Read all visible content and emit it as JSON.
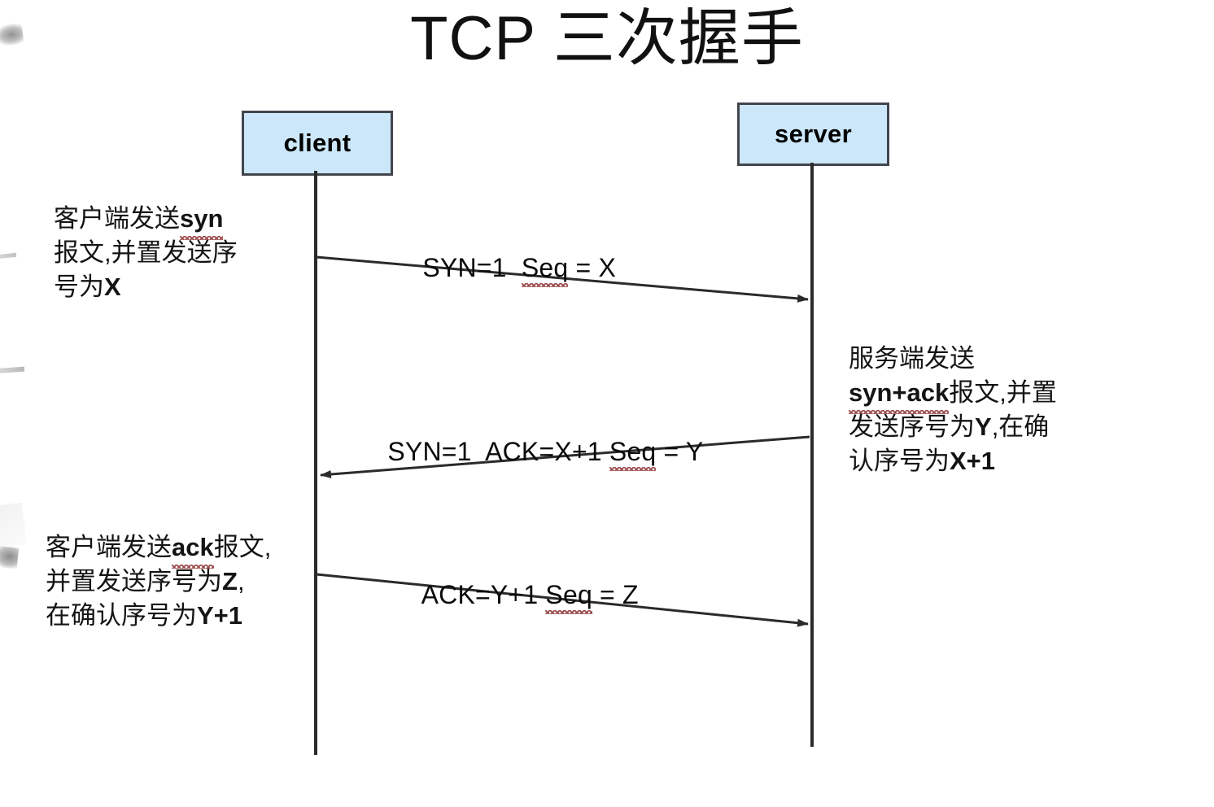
{
  "diagram": {
    "title": "TCP 三次握手",
    "background_color": "#ffffff",
    "node_fill_color": "#cce7f9",
    "node_border_color": "#41464d",
    "line_color": "#2b2b2b",
    "spellcheck_underline_color": "#9d4b4b"
  },
  "participants": [
    {
      "id": "client",
      "label": "client"
    },
    {
      "id": "server",
      "label": "server"
    }
  ],
  "messages": [
    {
      "index": 1,
      "from": "client",
      "to": "server",
      "direction": "right",
      "label_parts": [
        {
          "text": "SYN=1  ",
          "misspelled": false
        },
        {
          "text": "Seq",
          "misspelled": true
        },
        {
          "text": " = X",
          "misspelled": false
        }
      ],
      "label_plain": "SYN=1  Seq = X"
    },
    {
      "index": 2,
      "from": "server",
      "to": "client",
      "direction": "left",
      "label_parts": [
        {
          "text": "SYN=1  ACK=X+1 ",
          "misspelled": false
        },
        {
          "text": "Seq",
          "misspelled": true
        },
        {
          "text": " = Y",
          "misspelled": false
        }
      ],
      "label_plain": "SYN=1  ACK=X+1 Seq = Y"
    },
    {
      "index": 3,
      "from": "client",
      "to": "server",
      "direction": "right",
      "label_parts": [
        {
          "text": "ACK=Y+1 ",
          "misspelled": false
        },
        {
          "text": "Seq",
          "misspelled": true
        },
        {
          "text": " = Z",
          "misspelled": false
        }
      ],
      "label_plain": "ACK=Y+1 Seq = Z"
    }
  ],
  "annotations": {
    "client_syn": {
      "side": "left",
      "lines": [
        "客户端发送syn",
        "报文,并置发送序",
        "号为X"
      ],
      "misspelled_word": "syn",
      "plain": "客户端发送syn报文,并置发送序号为X"
    },
    "server_synack": {
      "side": "right",
      "lines": [
        "服务端发送",
        "syn+ack报文,并置",
        "发送序号为Y,在确",
        "认序号为X+1"
      ],
      "misspelled_word": "syn+ack",
      "plain": "服务端发送syn+ack报文,并置发送序号为Y,在确认序号为X+1"
    },
    "client_ack": {
      "side": "left",
      "lines": [
        "客户端发送ack报文,",
        "并置发送序号为Z,",
        "在确认序号为Y+1"
      ],
      "misspelled_word": "ack",
      "plain": "客户端发送ack报文,并置发送序号为Z,在确认序号为Y+1"
    }
  }
}
